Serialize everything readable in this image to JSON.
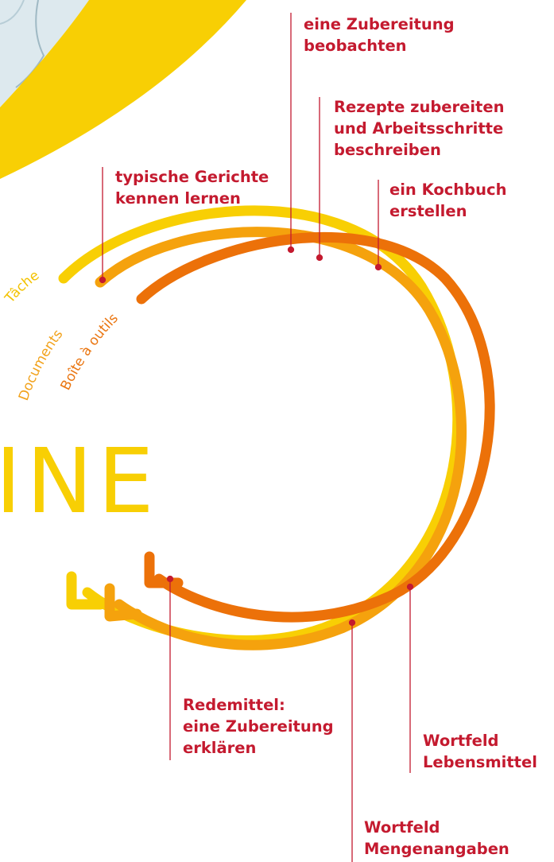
{
  "title_fragment": "INE",
  "colors": {
    "yellow": "#f8cf04",
    "orange_light": "#f5a20d",
    "orange_dark": "#ec7109",
    "red_text": "#c41a2f",
    "label_task": "#f3c200",
    "label_docs": "#f2a21b",
    "label_tools": "#ea7612"
  },
  "tracks": {
    "task": "Tâche",
    "documents": "Documents",
    "tools": "Boîte à outils"
  },
  "labels": {
    "observe": "eine Zubereitung\nbeobachten",
    "recipes": "Rezepte zubereiten\nund Arbeitsschritte\nbeschreiben",
    "dishes": "typische Gerichte\nkennen lernen",
    "cookbook": "ein Kochbuch\nerstellen",
    "phrases": "Redemittel:\neine Zubereitung\nerklären",
    "food": "Wortfeld\nLebensmittel",
    "quantities": "Wortfeld\nMengenangaben"
  }
}
